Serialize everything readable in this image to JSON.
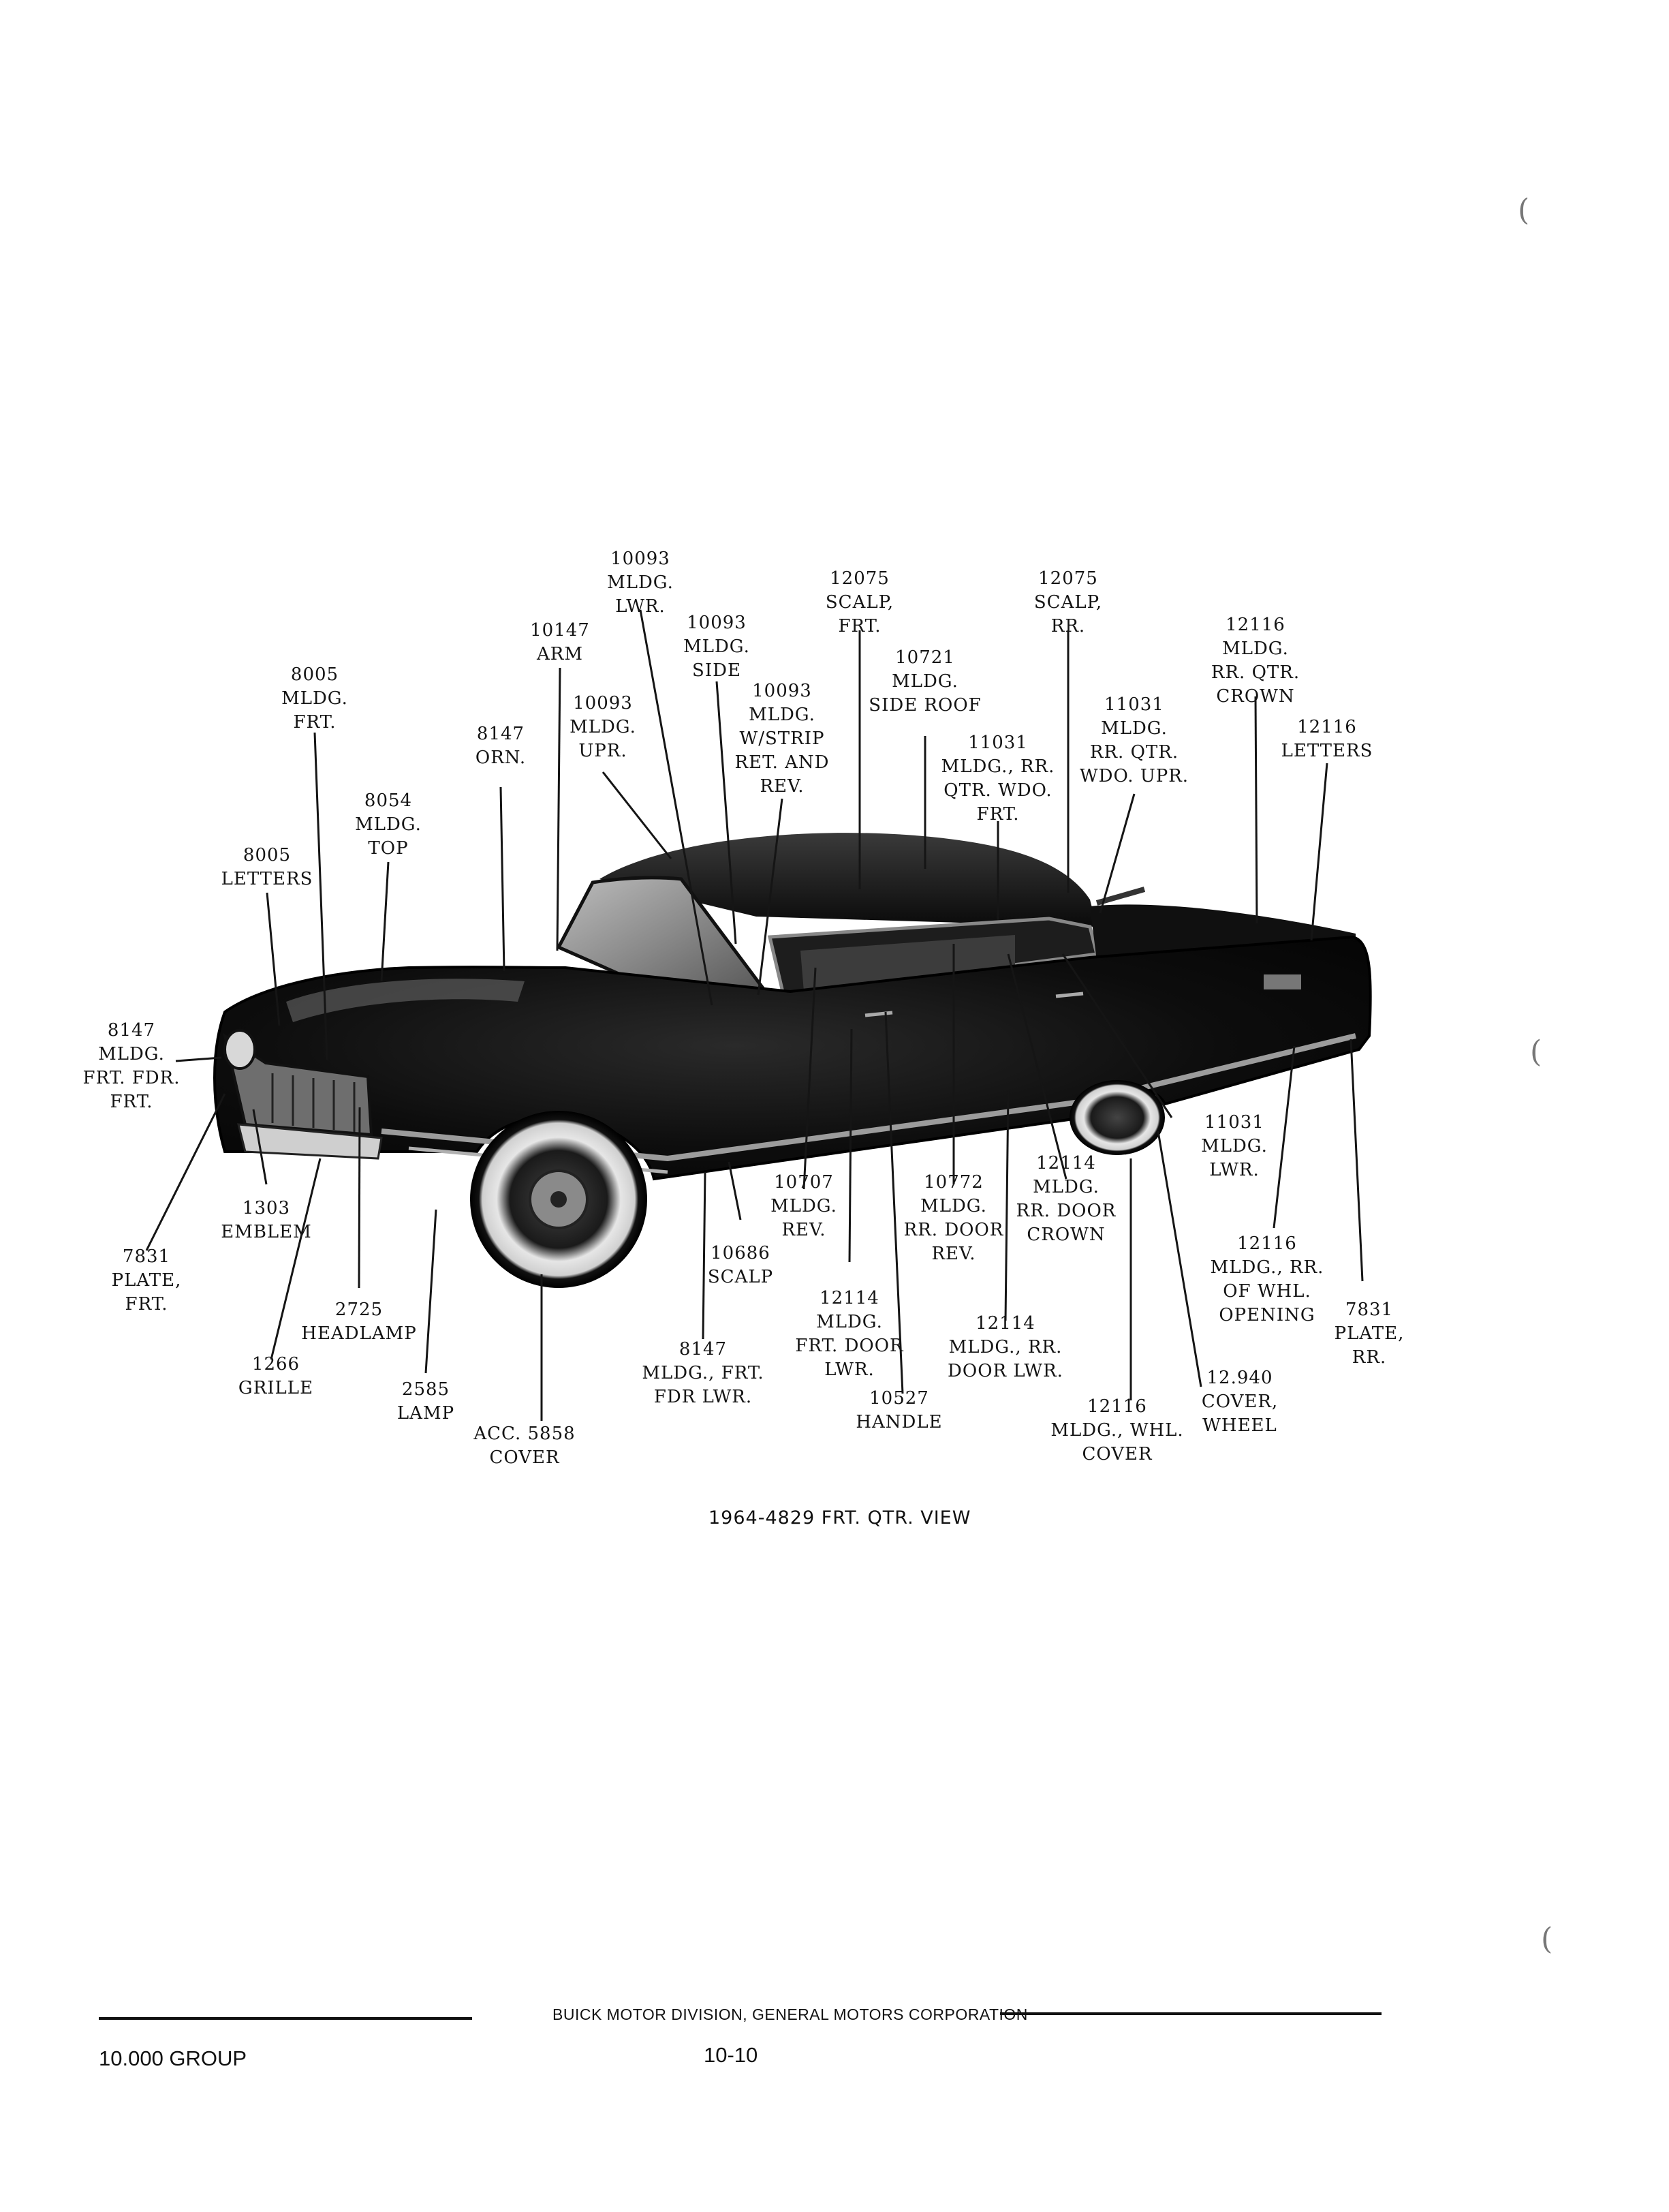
{
  "callouts": [
    {
      "id": "10093-lwr",
      "lines": [
        "10093",
        "MLDG.",
        "LWR."
      ]
    },
    {
      "id": "12075-frt",
      "lines": [
        "12075",
        "SCALP,",
        "FRT."
      ]
    },
    {
      "id": "12075-rr",
      "lines": [
        "12075",
        "SCALP,",
        "RR."
      ]
    },
    {
      "id": "10093-side",
      "lines": [
        "10093",
        "MLDG.",
        "SIDE"
      ]
    },
    {
      "id": "10147-arm",
      "lines": [
        "10147",
        "ARM"
      ]
    },
    {
      "id": "12116-crown",
      "lines": [
        "12116",
        "MLDG.",
        "RR. QTR.",
        "CROWN"
      ]
    },
    {
      "id": "10721-roof",
      "lines": [
        "10721",
        "MLDG.",
        "SIDE ROOF"
      ]
    },
    {
      "id": "8005-frt",
      "lines": [
        "8005",
        "MLDG.",
        "FRT."
      ]
    },
    {
      "id": "10093-wstrip",
      "lines": [
        "10093",
        "MLDG.",
        "W/STRIP",
        "RET. AND",
        "REV."
      ]
    },
    {
      "id": "10093-upr",
      "lines": [
        "10093",
        "MLDG.",
        "UPR."
      ]
    },
    {
      "id": "11031-wdo-upr",
      "lines": [
        "11031",
        "MLDG.",
        "RR. QTR.",
        "WDO. UPR."
      ]
    },
    {
      "id": "8147-orn",
      "lines": [
        "8147",
        "ORN."
      ]
    },
    {
      "id": "11031-wdo-frt",
      "lines": [
        "11031",
        "MLDG., RR.",
        "QTR. WDO.",
        "FRT."
      ]
    },
    {
      "id": "12116-letters",
      "lines": [
        "12116",
        "LETTERS"
      ]
    },
    {
      "id": "8054-top",
      "lines": [
        "8054",
        "MLDG.",
        "TOP"
      ]
    },
    {
      "id": "8005-letters",
      "lines": [
        "8005",
        "LETTERS"
      ]
    },
    {
      "id": "8147-fdr-frt",
      "lines": [
        "8147",
        "MLDG.",
        "FRT. FDR.",
        "FRT."
      ]
    },
    {
      "id": "11031-lwr",
      "lines": [
        "11031",
        "MLDG.",
        "LWR."
      ]
    },
    {
      "id": "12114-rr-crown",
      "lines": [
        "12114",
        "MLDG.",
        "RR. DOOR",
        "CROWN"
      ]
    },
    {
      "id": "10707-rev",
      "lines": [
        "10707",
        "MLDG.",
        "REV."
      ]
    },
    {
      "id": "10772-rev",
      "lines": [
        "10772",
        "MLDG.",
        "RR. DOOR",
        "REV."
      ]
    },
    {
      "id": "1303-emblem",
      "lines": [
        "1303",
        "EMBLEM"
      ]
    },
    {
      "id": "10686-scalp",
      "lines": [
        "10686",
        "SCALP"
      ]
    },
    {
      "id": "12116-whl-opening",
      "lines": [
        "12116",
        "MLDG., RR.",
        "OF WHL.",
        "OPENING"
      ]
    },
    {
      "id": "7831-plate-frt",
      "lines": [
        "7831",
        "PLATE,",
        "FRT."
      ]
    },
    {
      "id": "12114-frt-lwr",
      "lines": [
        "12114",
        "MLDG.",
        "FRT. DOOR",
        "LWR."
      ]
    },
    {
      "id": "2725-headlamp",
      "lines": [
        "2725",
        "HEADLAMP"
      ]
    },
    {
      "id": "7831-plate-rr",
      "lines": [
        "7831",
        "PLATE,",
        "RR."
      ]
    },
    {
      "id": "12114-rr-lwr",
      "lines": [
        "12114",
        "MLDG., RR.",
        "DOOR LWR."
      ]
    },
    {
      "id": "8147-fdr-lwr",
      "lines": [
        "8147",
        "MLDG., FRT.",
        "FDR LWR."
      ]
    },
    {
      "id": "1266-grille",
      "lines": [
        "1266",
        "GRILLE"
      ]
    },
    {
      "id": "2585-lamp",
      "lines": [
        "2585",
        "LAMP"
      ]
    },
    {
      "id": "12940-cover",
      "lines": [
        "12.940",
        "COVER,",
        "WHEEL"
      ]
    },
    {
      "id": "10527-handle",
      "lines": [
        "10527",
        "HANDLE"
      ]
    },
    {
      "id": "12116-whl-cover",
      "lines": [
        "12116",
        "MLDG., WHL.",
        "COVER"
      ]
    },
    {
      "id": "5858-cover",
      "lines": [
        "ACC. 5858",
        "COVER"
      ]
    }
  ],
  "caption": "1964-4829 FRT. QTR. VIEW",
  "footer": {
    "corporation": "BUICK MOTOR DIVISION, GENERAL MOTORS CORPORATION",
    "group": "10.000 GROUP",
    "page_number": "10-10"
  },
  "margin_marks": [
    "(",
    "(",
    "("
  ]
}
